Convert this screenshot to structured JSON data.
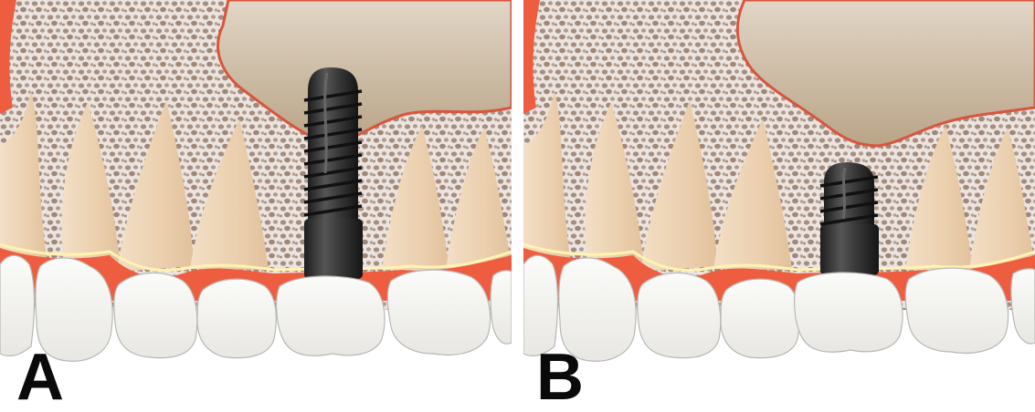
{
  "figure": {
    "panels": [
      {
        "label": "A",
        "implant": "long"
      },
      {
        "label": "B",
        "implant": "short"
      }
    ]
  },
  "colors": {
    "bone_background": "#ece4e0",
    "trabecular_dot": "#a58e80",
    "sinus_cavity": "#cbbaa2",
    "sinus_border": "#d8553d",
    "gum": "#ee5d40",
    "tooth_root": "#ecd2b2",
    "tooth_crown": "#f4f4f1",
    "crown_outline": "#b7b7b4",
    "implant_body": "#333333"
  }
}
